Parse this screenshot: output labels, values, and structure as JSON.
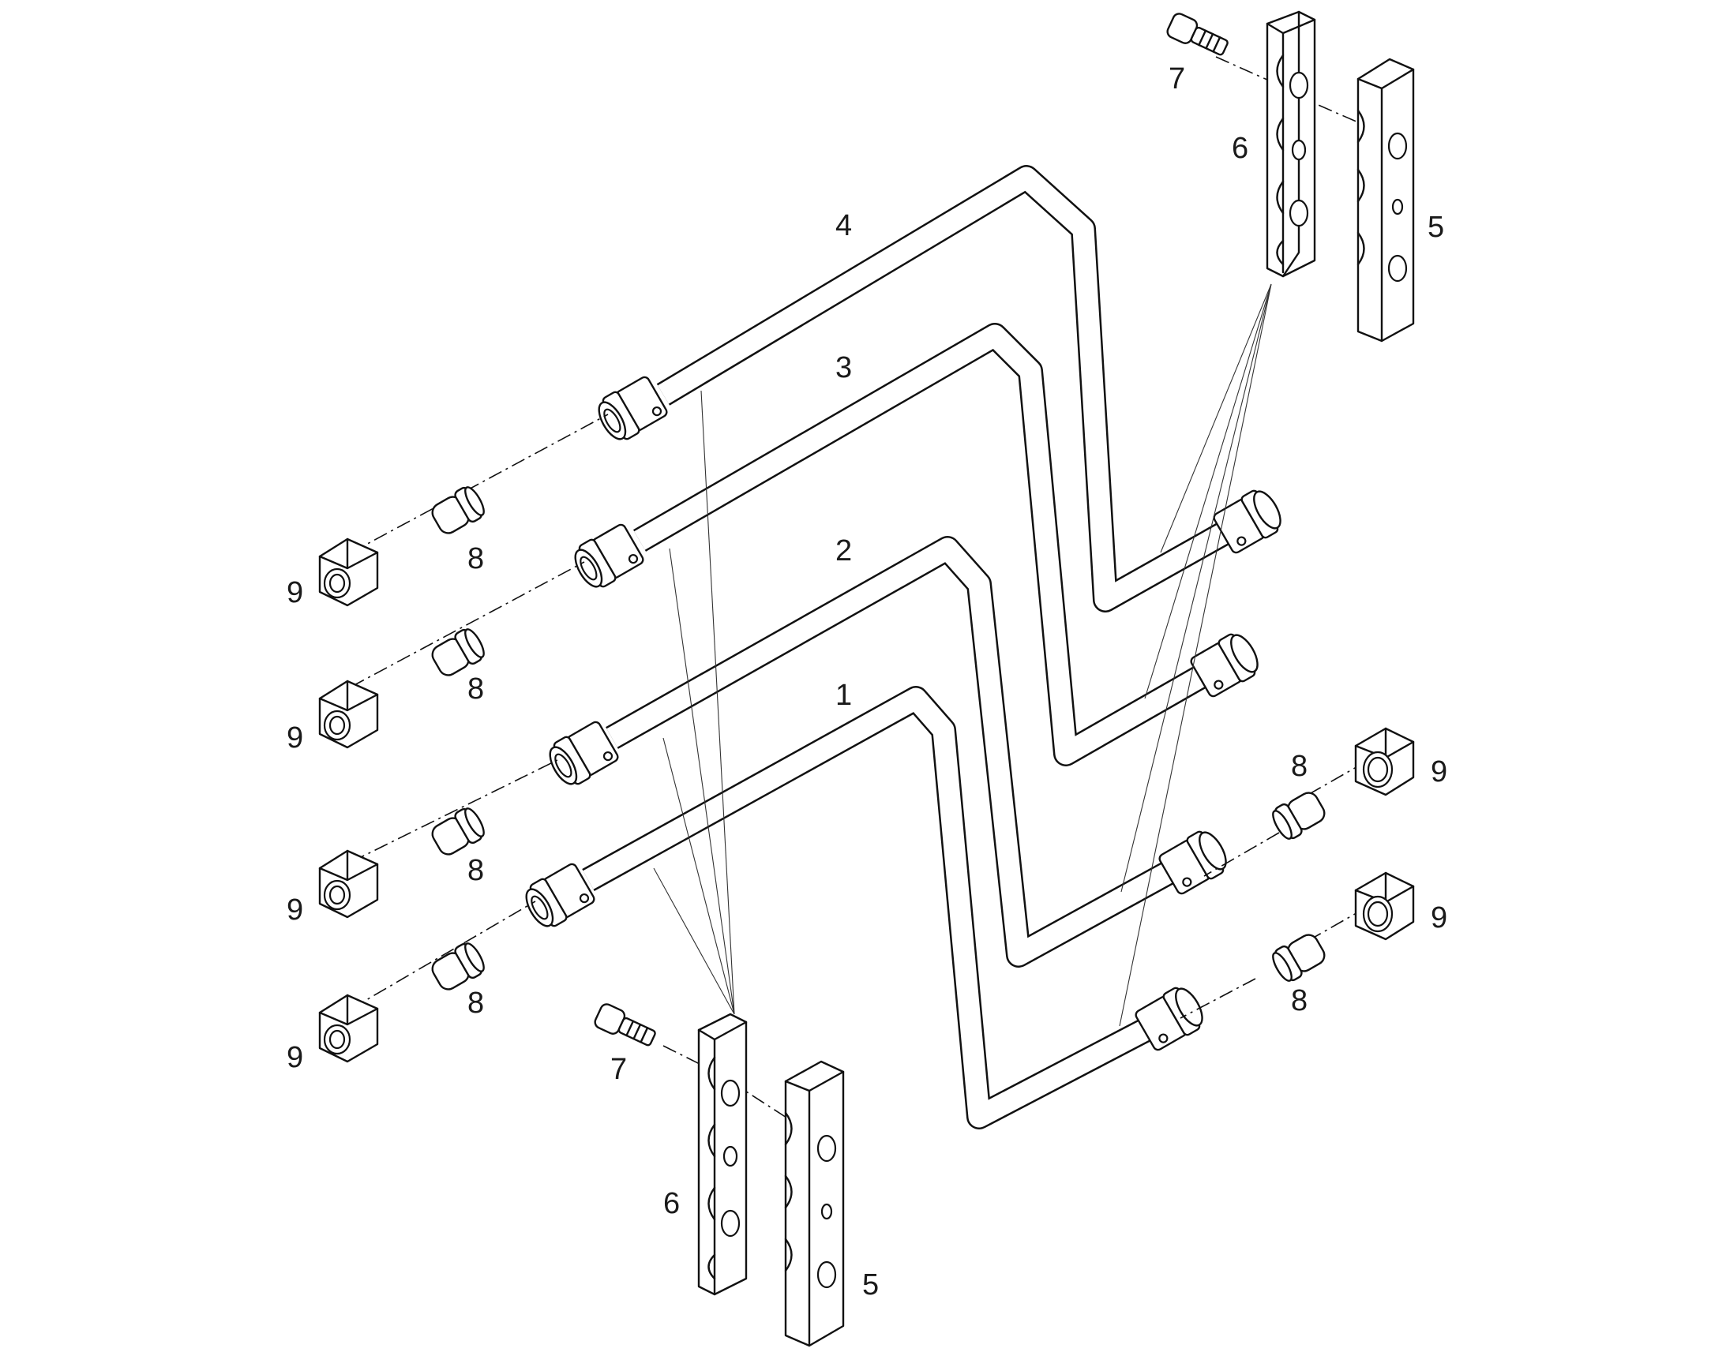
{
  "callouts": {
    "tube_4": "4",
    "tube_3": "3",
    "tube_2": "2",
    "tube_1": "1",
    "clamp_half_top_6": "6",
    "clamp_half_top_5": "5",
    "bolt_top_7": "7",
    "clamp_half_bottom_6": "6",
    "clamp_half_bottom_5": "5",
    "bolt_bottom_7": "7",
    "left_sleeve_8": [
      "8",
      "8",
      "8",
      "8"
    ],
    "left_nut_9": [
      "9",
      "9",
      "9",
      "9"
    ],
    "right_sleeve_8": [
      "8",
      "8"
    ],
    "right_nut_9": [
      "9",
      "9"
    ]
  },
  "colors": {
    "line": "#111111",
    "background": "#ffffff"
  }
}
